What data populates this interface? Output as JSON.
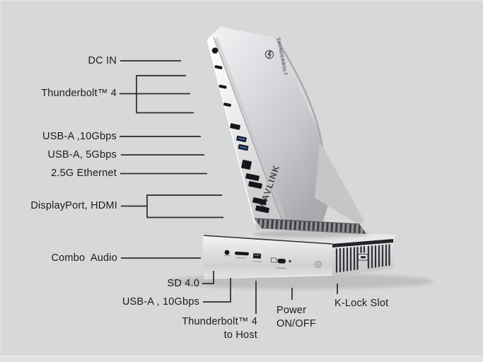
{
  "page": {
    "type": "product-port-diagram",
    "background": "#d7d8da"
  },
  "product": {
    "brand_front": "WAVLINK",
    "brand_side": "THUNDERBOLT"
  },
  "colors": {
    "background": "#d7d8da",
    "label_text": "#1b1b1d",
    "leader_line": "#2a2b2d",
    "silver_light": "#f4f5f7",
    "silver_dark": "#aaabae",
    "port_dark": "#17181b",
    "usb_blue": "#3b5ba9"
  },
  "callouts": {
    "dc_in": "DC IN",
    "thunderbolt4": "Thunderbolt™ 4",
    "usba_10g_top": "USB-A ,10Gbps",
    "usba_5g": "USB-A, 5Gbps",
    "ethernet": "2.5G Ethernet",
    "dp_hdmi": "DisplayPort, HDMI",
    "combo_audio": "Combo  Audio",
    "sd": "SD 4.0",
    "usba_10g_bottom": "USB-A , 10Gbps",
    "tb_host": "Thunderbolt™ 4\nto Host",
    "power": "Power\nON/OFF",
    "klock": "K-Lock Slot"
  }
}
